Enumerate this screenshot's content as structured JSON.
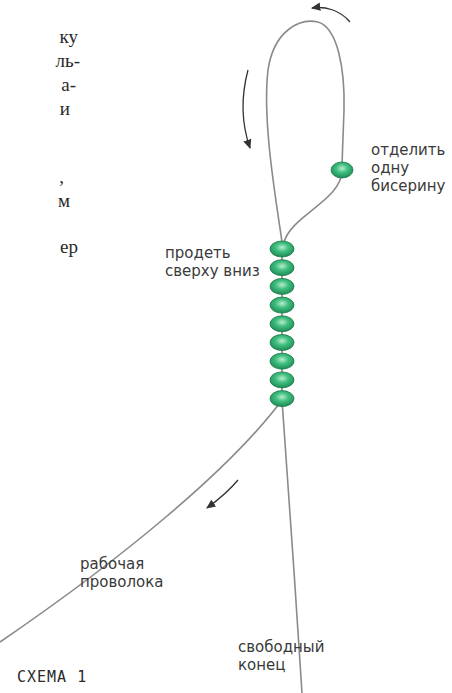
{
  "diagram": {
    "labels": [
      "ку",
      "ль-",
      "а-",
      "и",
      ",",
      "м",
      "ер",
      "отделить одну бисерину",
      "продеть сверху вниз",
      "рабочая проволока",
      "свободный конец",
      "СХЕМА 1"
    ]
  }
}
